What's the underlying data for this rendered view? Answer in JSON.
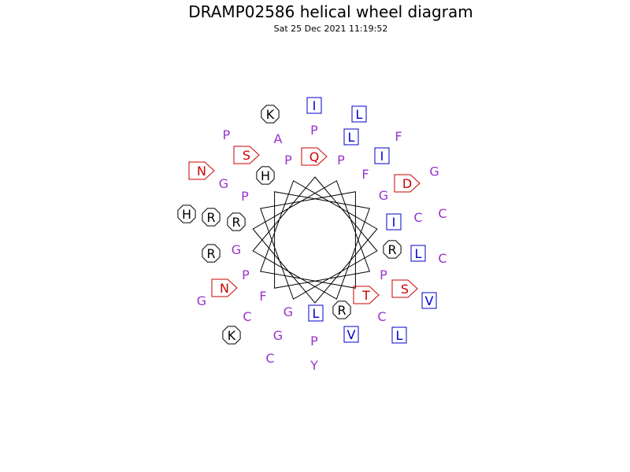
{
  "title": "DRAMP02586 helical wheel diagram",
  "timestamp": "Sat 25 Dec 2021 11:19:52",
  "colors": {
    "hydrophobic": "#0000cc",
    "polar": "#cc0000",
    "charged": "#000000",
    "other": "#9933cc"
  },
  "residues": [
    {
      "letter": "I",
      "type": "hydrophobic",
      "shape": "square"
    },
    {
      "letter": "L",
      "type": "hydrophobic",
      "shape": "square"
    },
    {
      "letter": "L",
      "type": "hydrophobic",
      "shape": "square"
    },
    {
      "letter": "I",
      "type": "hydrophobic",
      "shape": "square"
    },
    {
      "letter": "D",
      "type": "polar",
      "shape": "pentagon"
    },
    {
      "letter": "I",
      "type": "hydrophobic",
      "shape": "square"
    },
    {
      "letter": "L",
      "type": "hydrophobic",
      "shape": "square"
    },
    {
      "letter": "V",
      "type": "hydrophobic",
      "shape": "square"
    },
    {
      "letter": "S",
      "type": "polar",
      "shape": "pentagon"
    },
    {
      "letter": "T",
      "type": "polar",
      "shape": "pentagon"
    },
    {
      "letter": "L",
      "type": "hydrophobic",
      "shape": "square"
    },
    {
      "letter": "V",
      "type": "hydrophobic",
      "shape": "square"
    },
    {
      "letter": "R",
      "type": "charged",
      "shape": "octagon"
    },
    {
      "letter": "R",
      "type": "charged",
      "shape": "octagon"
    },
    {
      "letter": "K",
      "type": "charged",
      "shape": "octagon"
    },
    {
      "letter": "N",
      "type": "polar",
      "shape": "pentagon"
    },
    {
      "letter": "R",
      "type": "charged",
      "shape": "octagon"
    },
    {
      "letter": "R",
      "type": "charged",
      "shape": "octagon"
    },
    {
      "letter": "R",
      "type": "charged",
      "shape": "octagon"
    },
    {
      "letter": "H",
      "type": "charged",
      "shape": "octagon"
    },
    {
      "letter": "N",
      "type": "polar",
      "shape": "pentagon"
    },
    {
      "letter": "S",
      "type": "polar",
      "shape": "pentagon"
    },
    {
      "letter": "H",
      "type": "charged",
      "shape": "octagon"
    },
    {
      "letter": "K",
      "type": "charged",
      "shape": "octagon"
    },
    {
      "letter": "Q",
      "type": "polar",
      "shape": "pentagon"
    },
    {
      "letter": "P",
      "type": "other",
      "shape": "none"
    },
    {
      "letter": "A",
      "type": "other",
      "shape": "none"
    },
    {
      "letter": "P",
      "type": "other",
      "shape": "none"
    },
    {
      "letter": "P",
      "type": "other",
      "shape": "none"
    },
    {
      "letter": "F",
      "type": "other",
      "shape": "none"
    },
    {
      "letter": "F",
      "type": "other",
      "shape": "none"
    },
    {
      "letter": "G",
      "type": "other",
      "shape": "none"
    },
    {
      "letter": "C",
      "type": "other",
      "shape": "none"
    },
    {
      "letter": "C",
      "type": "other",
      "shape": "none"
    },
    {
      "letter": "C",
      "type": "other",
      "shape": "none"
    },
    {
      "letter": "P",
      "type": "other",
      "shape": "none"
    },
    {
      "letter": "C",
      "type": "other",
      "shape": "none"
    },
    {
      "letter": "L",
      "type": "hydrophobic",
      "shape": "square"
    },
    {
      "letter": "P",
      "type": "other",
      "shape": "none"
    },
    {
      "letter": "Y",
      "type": "other",
      "shape": "none"
    },
    {
      "letter": "C",
      "type": "other",
      "shape": "none"
    },
    {
      "letter": "G",
      "type": "other",
      "shape": "none"
    },
    {
      "letter": "G",
      "type": "other",
      "shape": "none"
    },
    {
      "letter": "C",
      "type": "other",
      "shape": "none"
    },
    {
      "letter": "F",
      "type": "other",
      "shape": "none"
    },
    {
      "letter": "P",
      "type": "other",
      "shape": "none"
    },
    {
      "letter": "G",
      "type": "other",
      "shape": "none"
    },
    {
      "letter": "G",
      "type": "other",
      "shape": "none"
    },
    {
      "letter": "P",
      "type": "other",
      "shape": "none"
    },
    {
      "letter": "G",
      "type": "other",
      "shape": "none"
    },
    {
      "letter": "P",
      "type": "other",
      "shape": "none"
    },
    {
      "letter": "G",
      "type": "other",
      "shape": "none"
    }
  ]
}
